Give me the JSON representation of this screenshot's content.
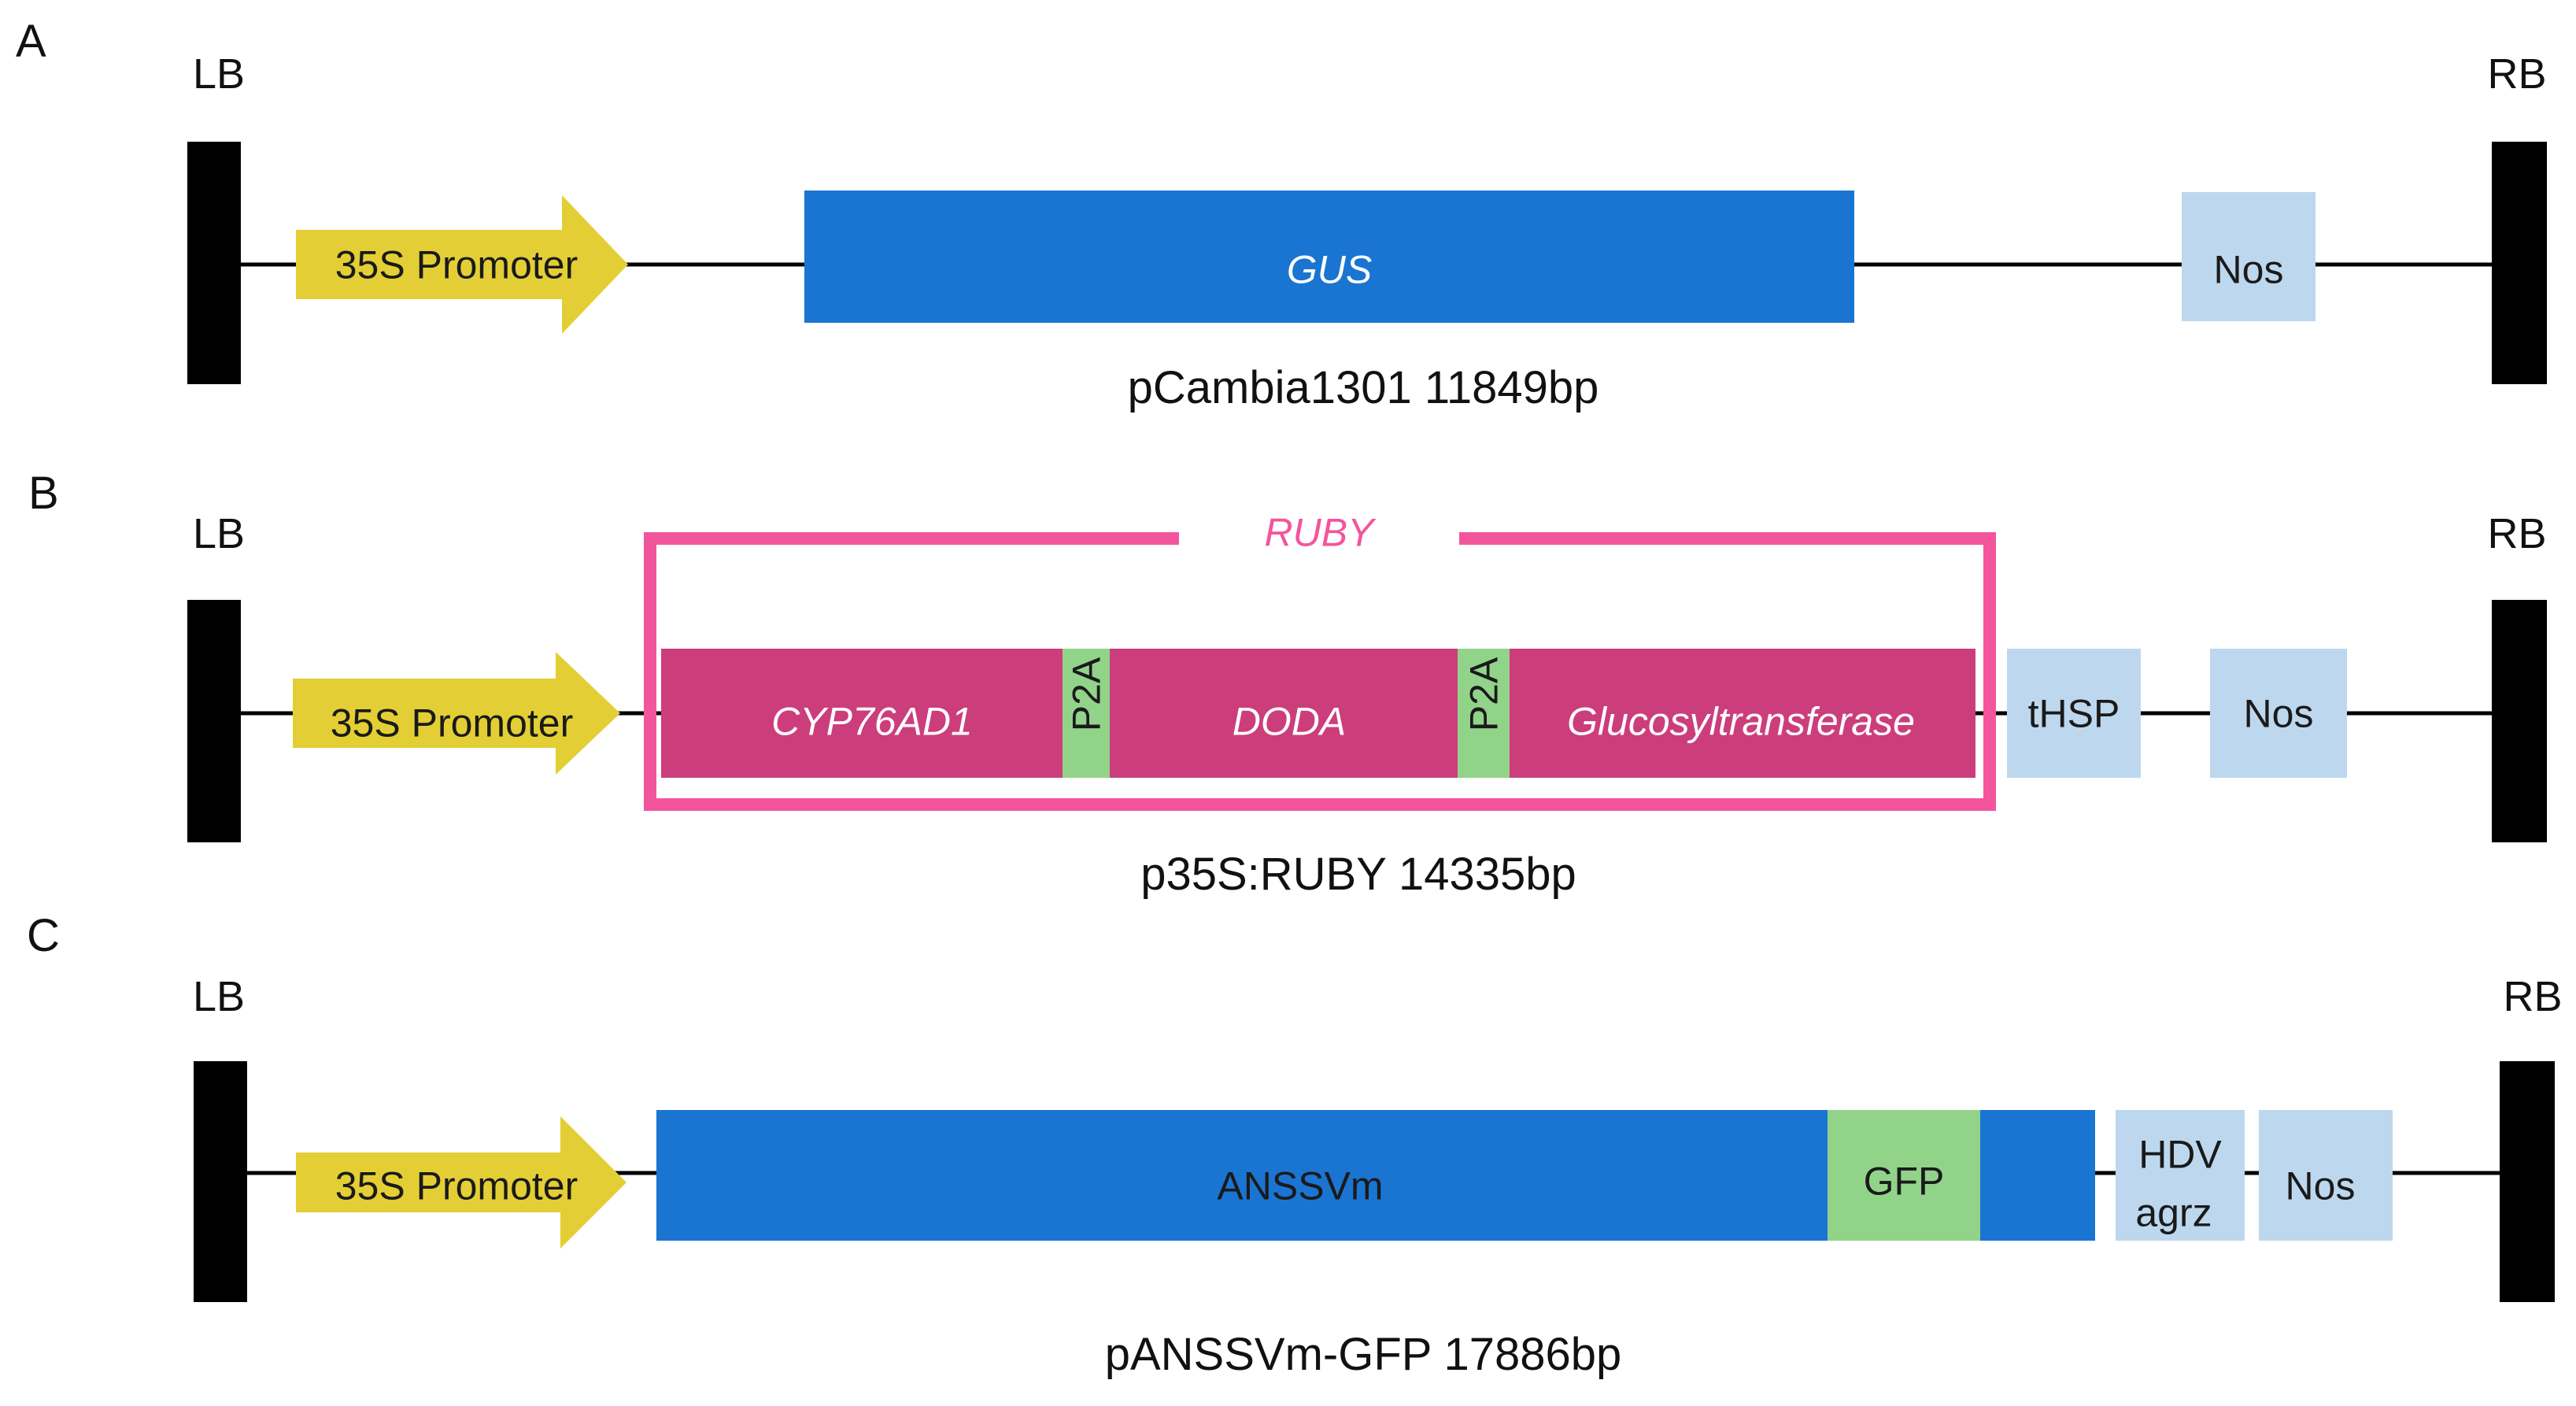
{
  "colors": {
    "backbone": "#000000",
    "border_block": "#000000",
    "promoter": "#e3cf35",
    "gus": "#1a75d2",
    "ruby_frame": "#f3559c",
    "ruby_gene": "#cc3d7c",
    "p2a": "#92d38a",
    "terminator": "#bdd7ee",
    "gfp": "#92d38a",
    "white_text": "#ffffff",
    "dark_text": "#1a1a1a"
  },
  "panels": {
    "a": {
      "label": "A",
      "left_border": "LB",
      "right_border": "RB",
      "title": "pCambia1301  11849bp",
      "promoter": "35S Promoter",
      "gene": "GUS",
      "terminator": "Nos"
    },
    "b": {
      "label": "B",
      "left_border": "LB",
      "right_border": "RB",
      "title": "p35S:RUBY  14335bp",
      "promoter": "35S Promoter",
      "frame_label": "RUBY",
      "gene1": "CYP76AD1",
      "linker1": "P2A",
      "gene2": "DODA",
      "linker2": "P2A",
      "gene3": "Glucosyltransferase",
      "terminator1": "tHSP",
      "terminator2": "Nos"
    },
    "c": {
      "label": "C",
      "left_border": "LB",
      "right_border": "RB",
      "title": "pANSSVm-GFP  17886bp",
      "promoter": "35S Promoter",
      "gene": "ANSSVm",
      "tag": "GFP",
      "ribozyme_line1": "HDV",
      "ribozyme_line2": "agrz",
      "terminator": "Nos"
    }
  }
}
